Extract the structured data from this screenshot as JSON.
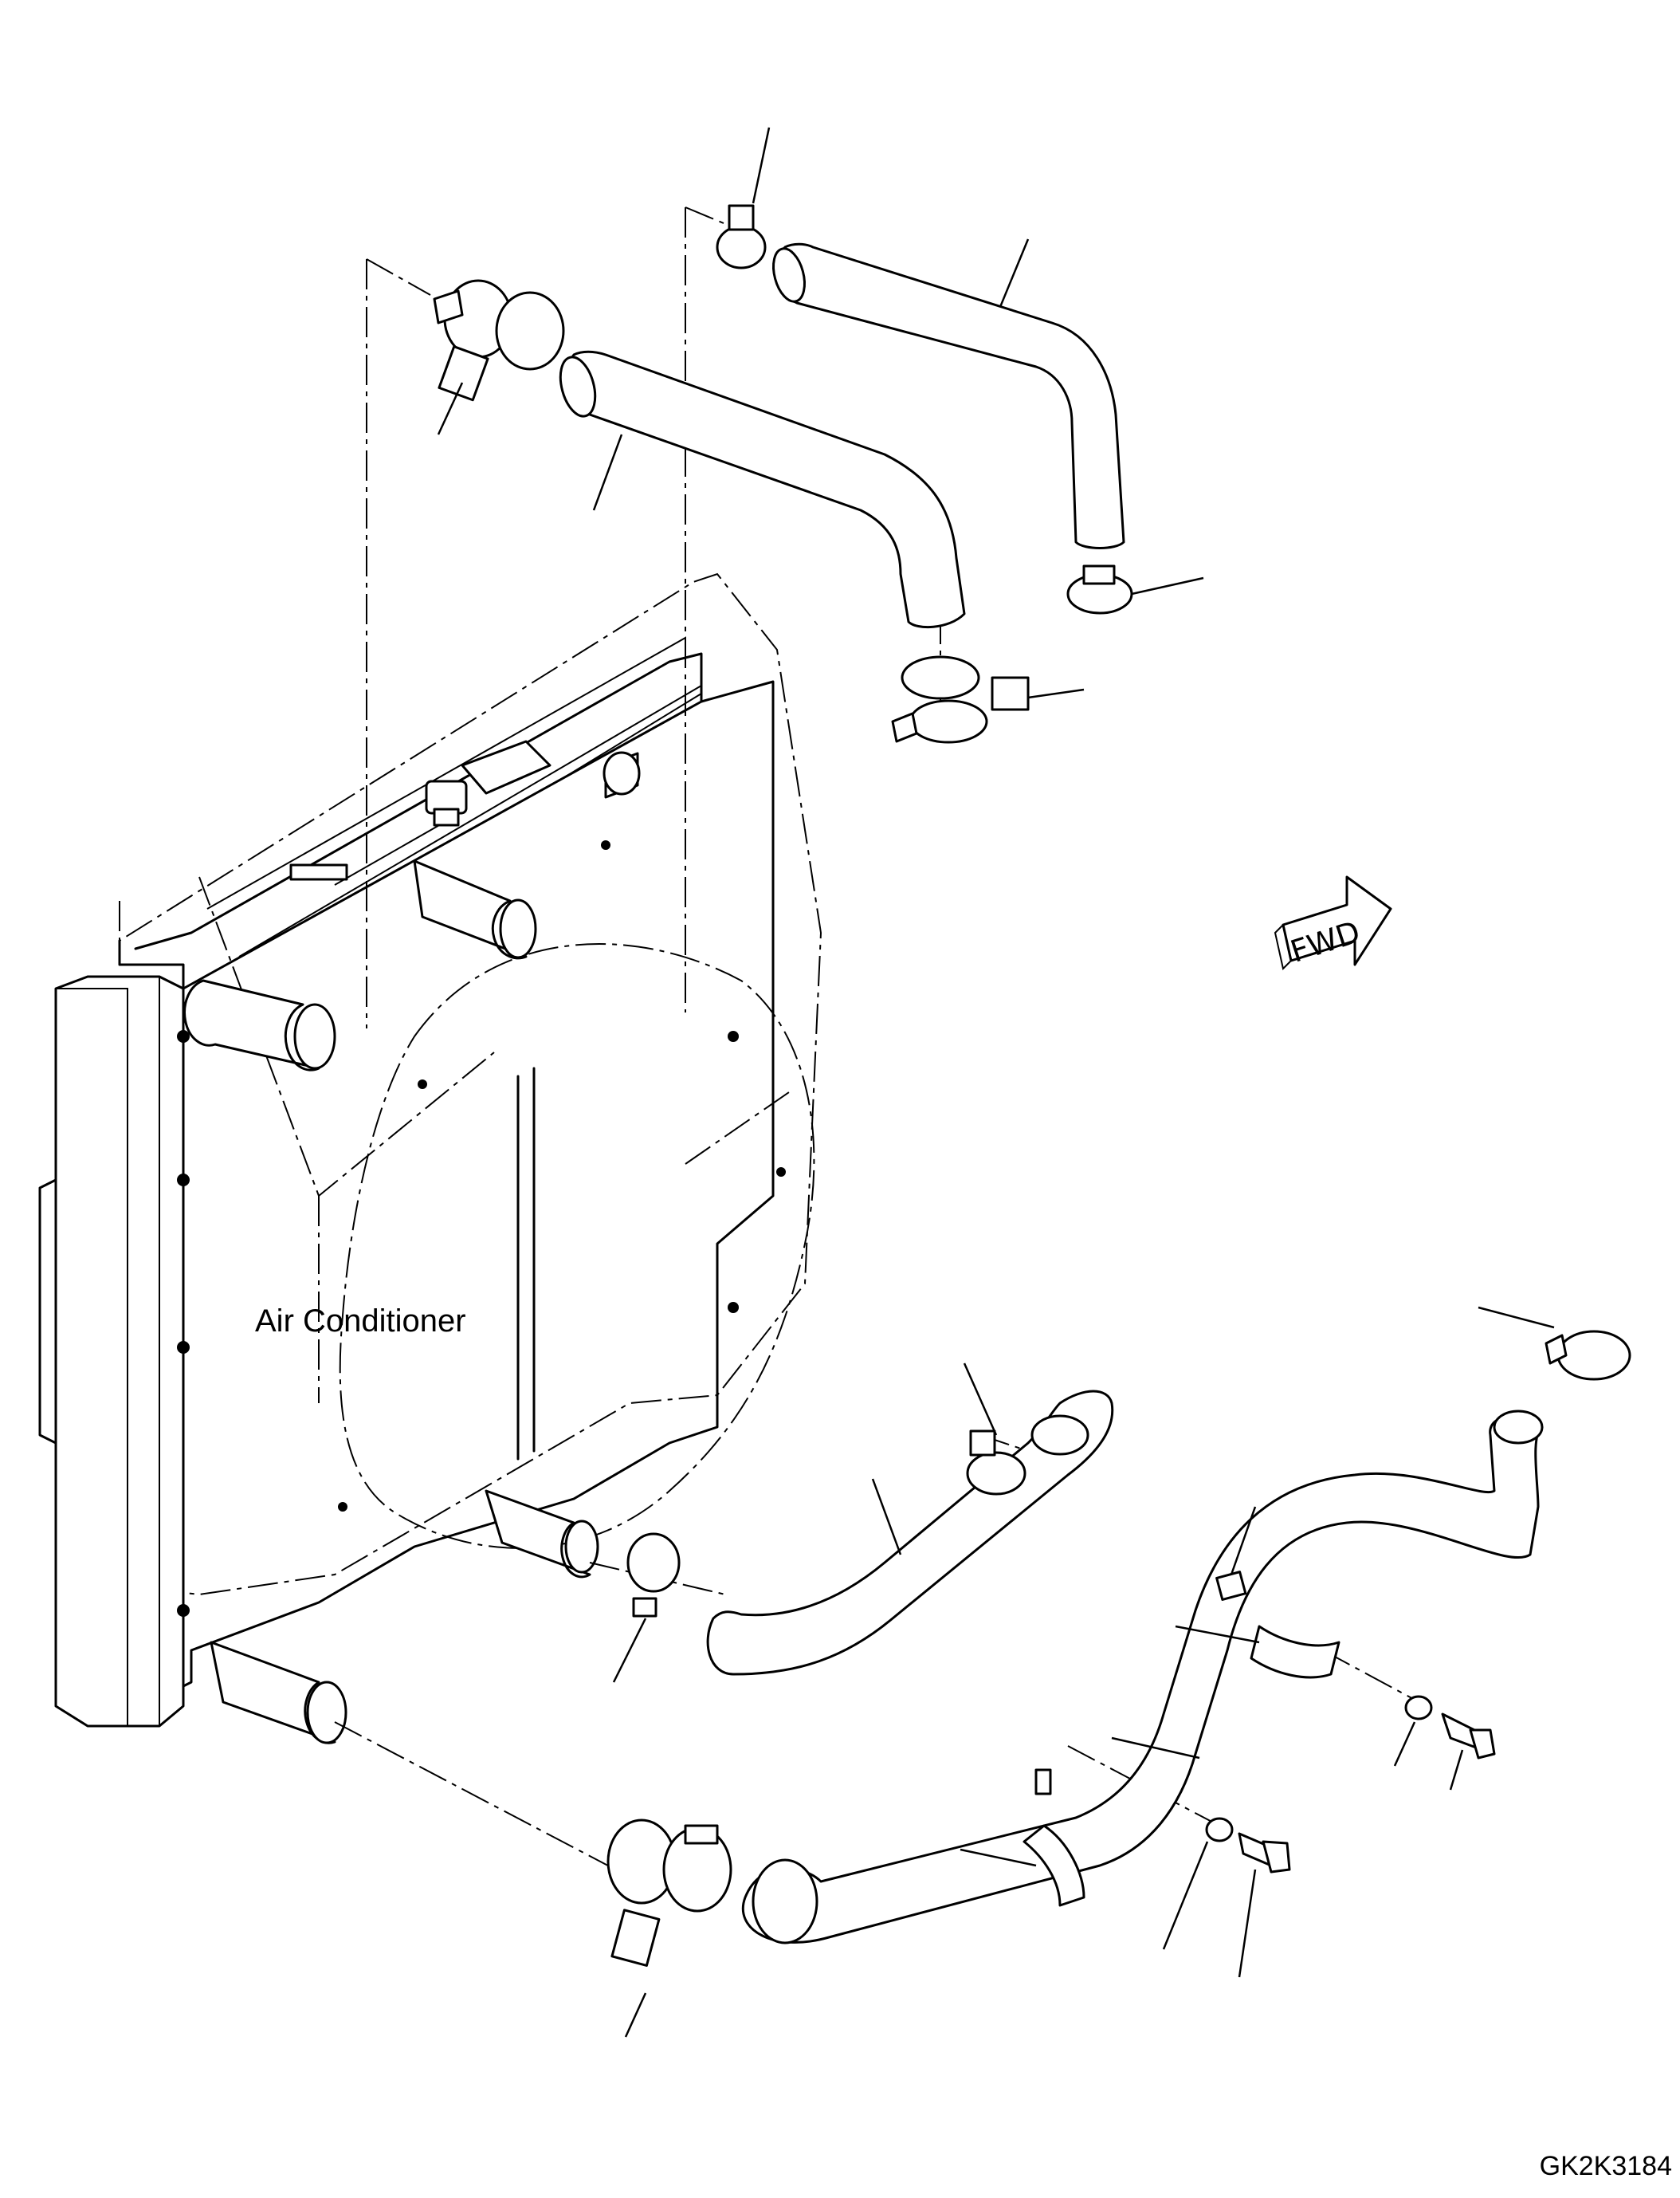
{
  "labels": {
    "air_conditioner": "Air Conditioner",
    "forward_arrow": "FWD",
    "drawing_code": "GK2K3184"
  },
  "colors": {
    "line": "#000000",
    "background": "#ffffff"
  }
}
